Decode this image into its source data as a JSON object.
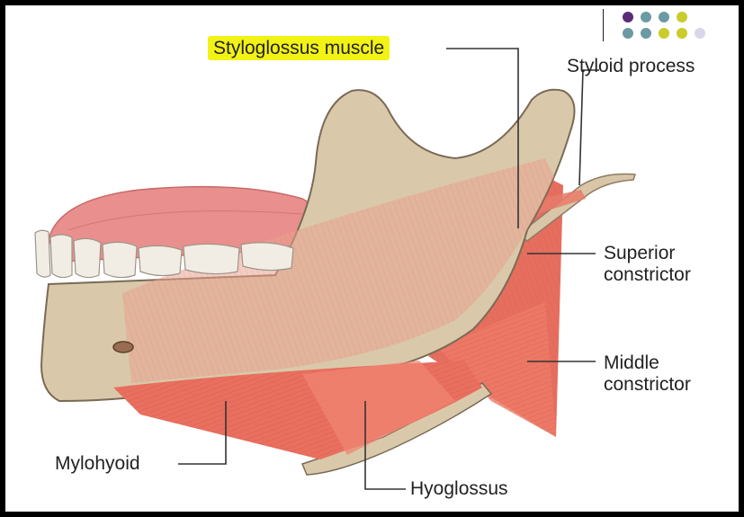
{
  "labels": {
    "styloglossus": "Styloglossus muscle",
    "styloid": "Styloid process",
    "superior_line1": "Superior",
    "superior_line2": "constrictor",
    "middle_line1": "Middle",
    "middle_line2": "constrictor",
    "mylohyoid": "Mylohyoid",
    "hyoglossus": "Hyoglossus"
  },
  "decor": {
    "dot_colors_row1": [
      "#5a2d77",
      "#6b9aa3",
      "#6b9aa3",
      "#c9cc2b"
    ],
    "dot_colors_row2": [
      "#6b9aa3",
      "#6b9aa3",
      "#c9cc2b",
      "#c9cc2b",
      "#d9d6ea"
    ],
    "highlight_color": "#f3f215"
  }
}
